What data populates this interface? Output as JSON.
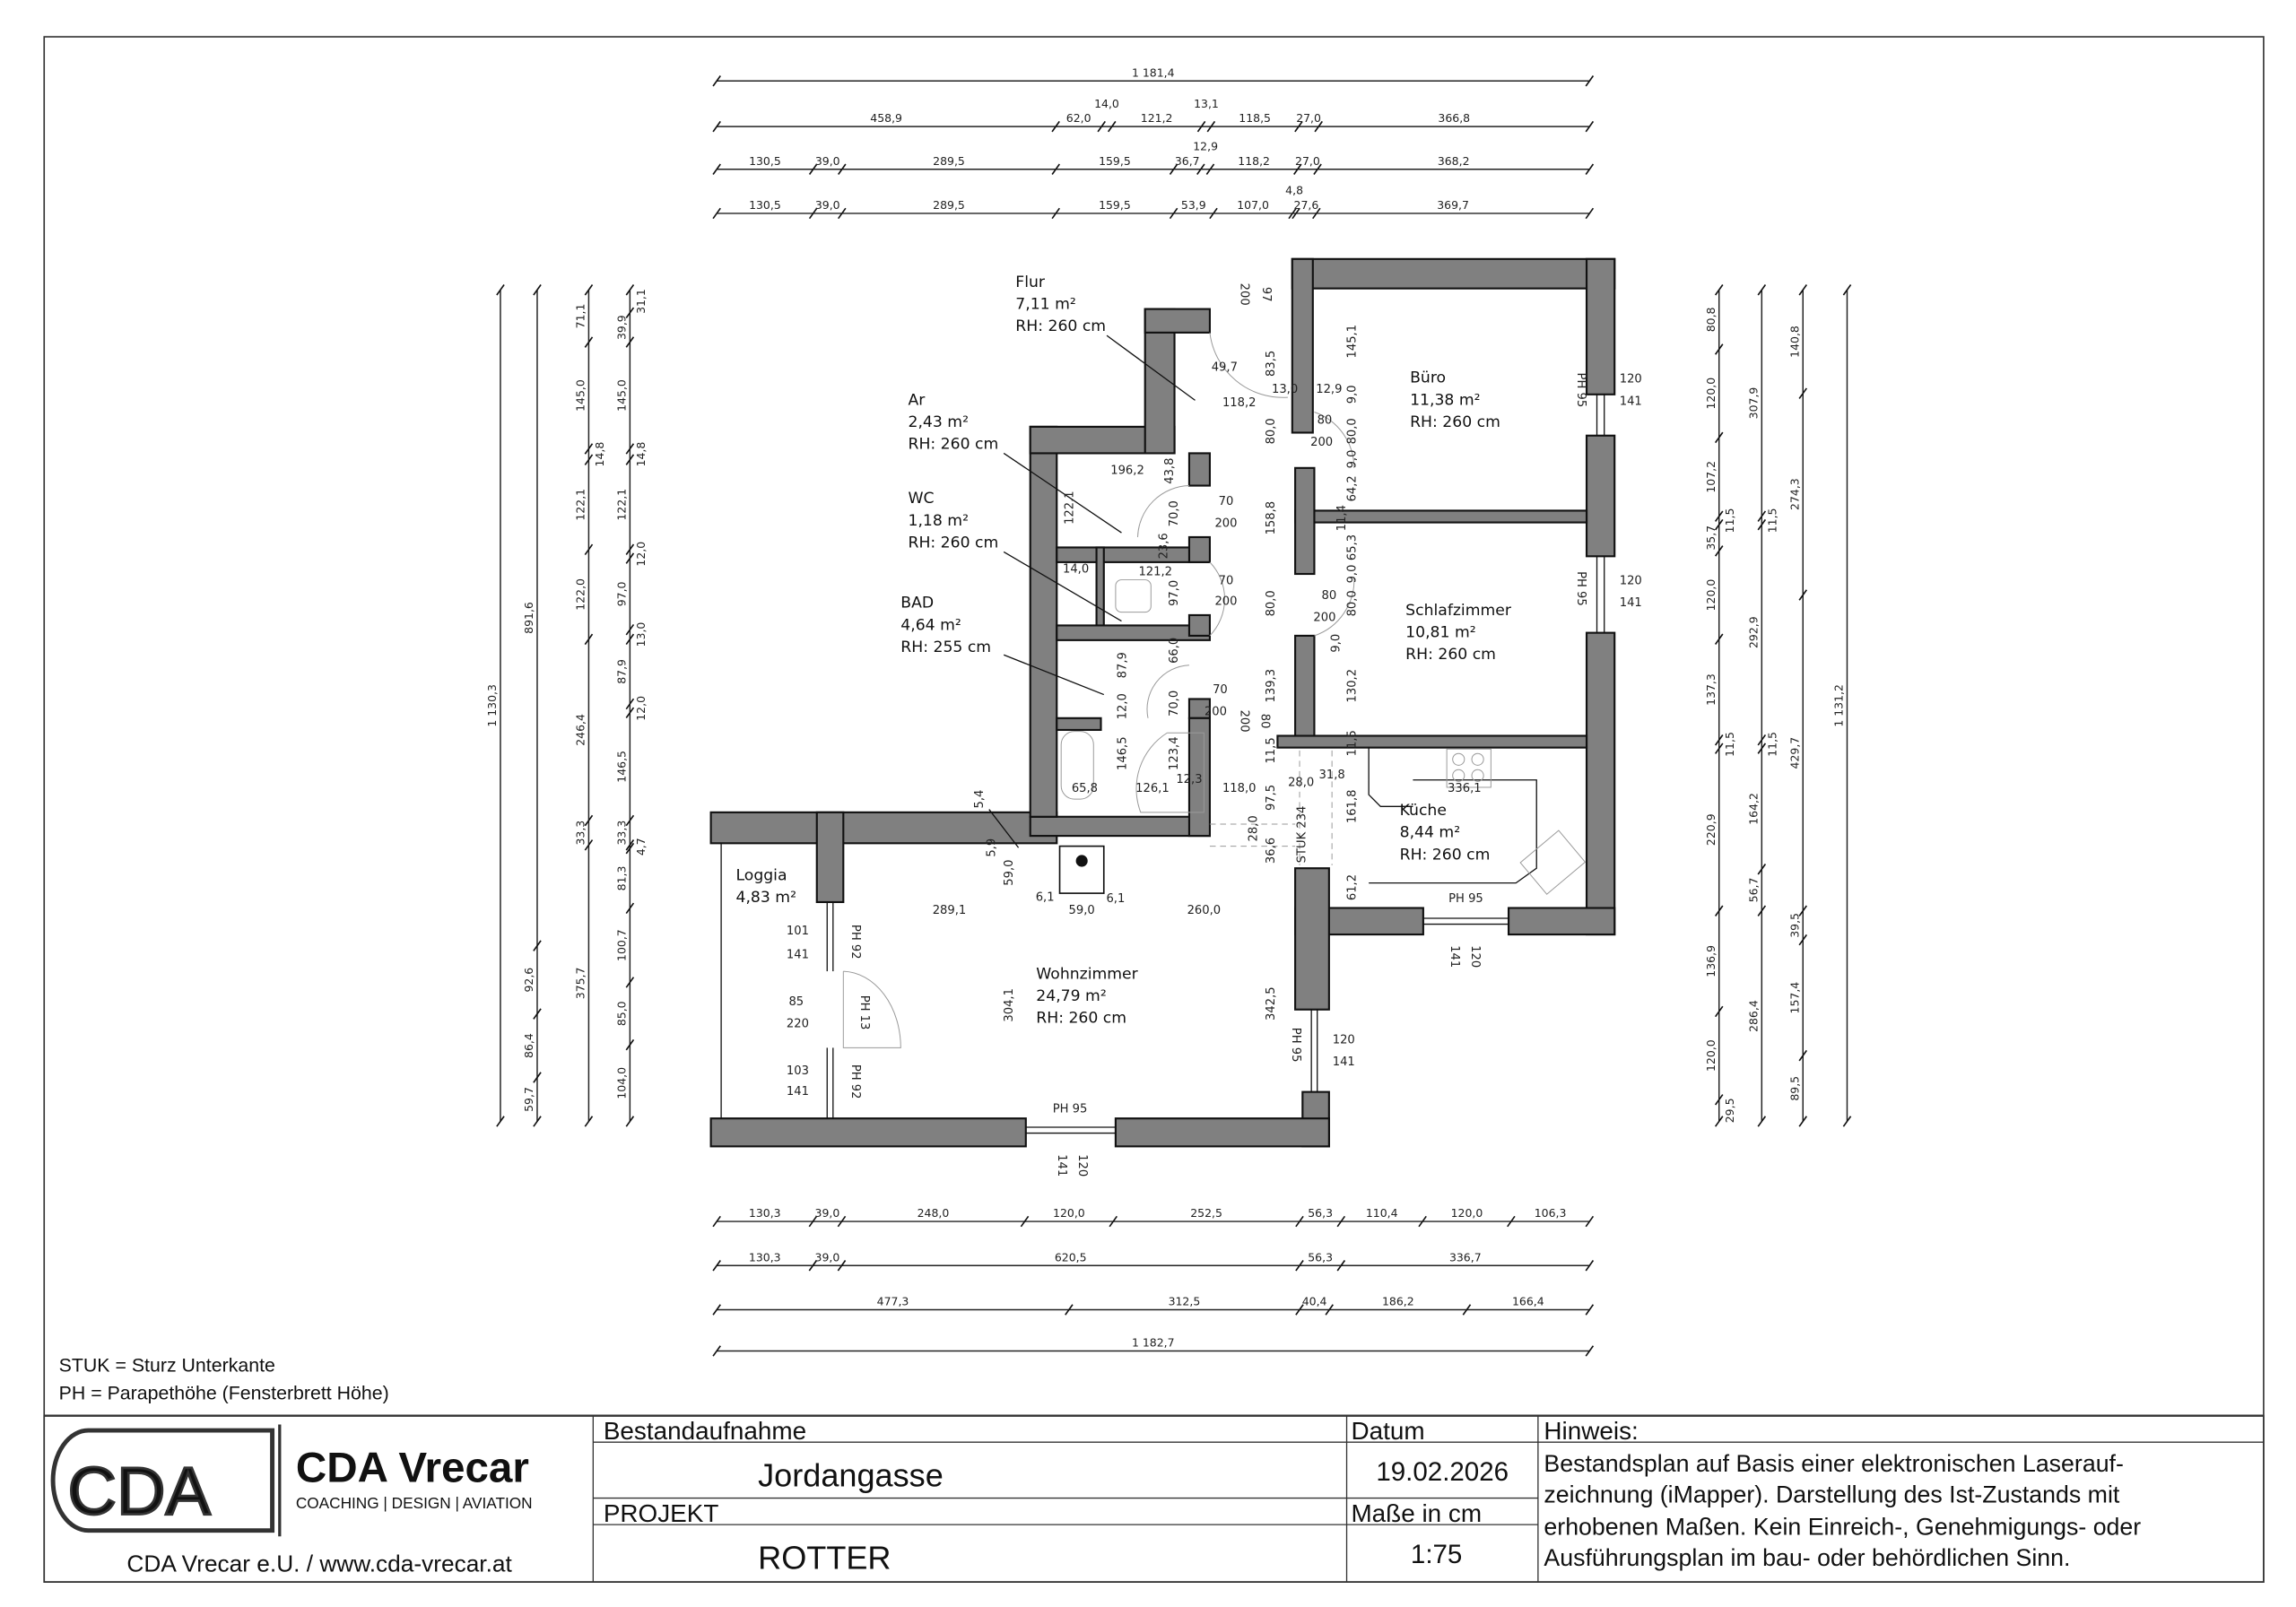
{
  "plan": {
    "rooms": [
      {
        "name": "Flur",
        "area": "7,11 m²",
        "height": "RH: 260 cm"
      },
      {
        "name": "Ar",
        "area": "2,43 m²",
        "height": "RH: 260 cm"
      },
      {
        "name": "WC",
        "area": "1,18 m²",
        "height": "RH: 260 cm"
      },
      {
        "name": "BAD",
        "area": "4,64 m²",
        "height": "RH: 255 cm"
      },
      {
        "name": "Büro",
        "area": "11,38 m²",
        "height": "RH: 260 cm"
      },
      {
        "name": "Schlafzimmer",
        "area": "10,81 m²",
        "height": "RH: 260 cm"
      },
      {
        "name": "Küche",
        "area": "8,44 m²",
        "height": "RH: 260 cm"
      },
      {
        "name": "Loggia",
        "area": "4,83 m²",
        "height": ""
      },
      {
        "name": "Wohnzimmer",
        "area": "24,79 m²",
        "height": "RH: 260 cm"
      }
    ],
    "dimension_chains": {
      "top": [
        [
          "1 181,4"
        ],
        [
          "458,9",
          "62,0",
          "14,0",
          "121,2",
          "13,1",
          "118,5",
          "27,0",
          "366,8"
        ],
        [
          "130,5",
          "39,0",
          "289,5",
          "159,5",
          "36,7",
          "12,9",
          "118,2",
          "27,0",
          "368,2"
        ],
        [
          "130,5",
          "39,0",
          "289,5",
          "159,5",
          "53,9",
          "107,0",
          "4,8",
          "27,6",
          "369,7"
        ]
      ],
      "bottom": [
        [
          "130,3",
          "39,0",
          "248,0",
          "120,0",
          "252,5",
          "56,3",
          "110,4",
          "120,0",
          "106,3"
        ],
        [
          "130,3",
          "39,0",
          "620,5",
          "56,3",
          "336,7"
        ],
        [
          "477,3",
          "312,5",
          "40,4",
          "186,2",
          "166,4"
        ],
        [
          "1 182,7"
        ]
      ],
      "left": [
        [
          "1 130,3"
        ],
        [
          "891,6",
          "92,6",
          "86,4",
          "59,7"
        ],
        [
          "71,1",
          "145,0",
          "14,8",
          "122,1",
          "122,0",
          "246,4",
          "33,3",
          "375,7"
        ],
        [
          "31,1",
          "39,9",
          "145,0",
          "14,8",
          "122,1",
          "12,0",
          "97,0",
          "13,0",
          "87,9",
          "12,0",
          "146,5",
          "33,3",
          "4,7",
          "81,3",
          "100,7",
          "85,0",
          "104,0"
        ]
      ],
      "right": [
        [
          "80,8",
          "120,0",
          "107,2",
          "11,5",
          "35,7",
          "120,0",
          "137,3",
          "11,5",
          "220,9",
          "136,9",
          "120,0",
          "29,5"
        ],
        [
          "307,9",
          "11,5",
          "292,9",
          "11,5",
          "164,2",
          "56,7",
          "286,4"
        ],
        [
          "140,8",
          "274,3",
          "429,7",
          "39,5",
          "157,4",
          "89,5"
        ],
        [
          "1 131,2"
        ]
      ]
    },
    "annotations": [
      "49,7",
      "118,2",
      "13,0",
      "12,9",
      "83,5",
      "145,1",
      "200",
      "97",
      "80",
      "200",
      "80,0",
      "80,0",
      "9,0",
      "9,0",
      "64,2",
      "11,4",
      "65,3",
      "9,0",
      "158,8",
      "196,2",
      "43,8",
      "122,1",
      "70",
      "200",
      "70,0",
      "23,6",
      "14,0",
      "121,2",
      "97,0",
      "70",
      "200",
      "80",
      "200",
      "80,0",
      "80,0",
      "9,0",
      "87,9",
      "66,0",
      "12,0",
      "70,0",
      "70",
      "200",
      "200",
      "80",
      "139,3",
      "130,2",
      "146,5",
      "123,4",
      "65,8",
      "126,1",
      "12,3",
      "118,0",
      "11,5",
      "97,5",
      "28,0",
      "31,8",
      "336,1",
      "161,8",
      "11,5",
      "28,0",
      "36,6",
      "STUK 234",
      "61,2",
      "PH 95",
      "141",
      "120",
      "PH 95",
      "120",
      "141",
      "PH 95",
      "120",
      "141",
      "5,4",
      "5,9",
      "59,0",
      "6,1",
      "289,1",
      "59,0",
      "6,1",
      "260,0",
      "304,1",
      "342,5",
      "PH 95",
      "120",
      "141",
      "101",
      "141",
      "PH 92",
      "85",
      "220",
      "PH 13",
      "103",
      "141",
      "PH 92",
      "PH 95",
      "141",
      "120"
    ],
    "wall_color": "#808080"
  },
  "legend": [
    "STUK = Sturz Unterkante",
    "PH = Parapethöhe (Fensterbrett Höhe)"
  ],
  "title_block": {
    "logo_text": "CDA",
    "company_name": "CDA Vrecar",
    "tagline": "COACHING | DESIGN | AVIATION",
    "footer": "CDA Vrecar e.U. / www.cda-vrecar.at",
    "survey_label": "Bestandaufnahme",
    "survey_value": "Jordangasse",
    "date_label": "Datum",
    "date_value": "19.02.2026",
    "project_label": "PROJEKT",
    "project_value": "ROTTER",
    "units_label": "Maße in cm",
    "scale": "1:75",
    "note_label": "Hinweis:",
    "note_lines": [
      "Bestandsplan auf Basis einer elektronischen Laserauf-",
      "zeichnung (iMapper). Darstellung des Ist-Zustands mit",
      "erhobenen Maßen. Kein Einreich-, Genehmigungs- oder",
      "Ausführungsplan im bau- oder behördlichen Sinn."
    ]
  }
}
